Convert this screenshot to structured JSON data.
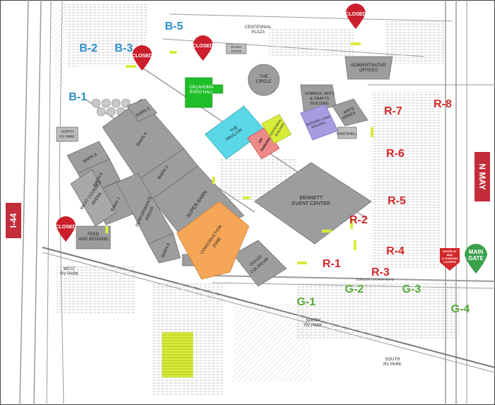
{
  "highways": {
    "west": "I-44",
    "east": "N MAY"
  },
  "closed_label": "CLOSED",
  "main_gate": {
    "line1": "MAIN",
    "line2": "GATE"
  },
  "enter_sign": {
    "line1": "ENTER AT",
    "line2": "MAY",
    "line3": "& GORDON",
    "line4": "COOPER"
  },
  "parking_lots": {
    "b1": "B-1",
    "b2": "B-2",
    "b3": "B-3",
    "b5": "B-5",
    "r1": "R-1",
    "r2": "R-2",
    "r3": "R-3",
    "r4": "R-4",
    "r5": "R-5",
    "r6": "R-6",
    "r7": "R-7",
    "r8": "R-8",
    "g1": "G-1",
    "g2": "G-2",
    "g3": "G-3",
    "g4": "G-4"
  },
  "buildings": {
    "centennial_plaza": {
      "l1": "CENTENNIAL",
      "l2": "PLAZA"
    },
    "plaza_stage": {
      "l1": "PLAZA",
      "l2": "STAGE"
    },
    "admin": {
      "l1": "ADMINISTRATIVE",
      "l2": "OFFICES"
    },
    "expo_hall": {
      "l1": "OKLAHOMA",
      "l2": "EXPO HALL"
    },
    "circle": {
      "l1": "THE",
      "l2": "CIRCLE"
    },
    "hobbies": {
      "l1": "HOBBIES, ARTS",
      "l2": "& CRAFTS",
      "l3": "BUILDING"
    },
    "modern_living": {
      "l1": "MODERN LIVING",
      "l2": "BUILDING"
    },
    "arts_annex": {
      "l1": "ARTS",
      "l2": "ANNEX"
    },
    "pavilion": {
      "l1": "THE",
      "l2": "PAVILION"
    },
    "centennial_bldg": {
      "l1": "CENTENNIAL",
      "l2": "BUILDING"
    },
    "vip_parking": {
      "l1": "VIP",
      "l2": "PARKING"
    },
    "bandshell": "BANDSHELL",
    "north_rv": {
      "l1": "NORTH",
      "l2": "RV PARK"
    },
    "barn9": "BARN 9",
    "barn5": "BARN 5",
    "barn4": "BARN 4",
    "barn6": "BARN 6",
    "barn3": "BARN 3",
    "barn7": "BARN 7",
    "barn8": "BARN 8",
    "super_barn": "SUPER BARN",
    "performance_arena": {
      "l1": "PERFORMANCE",
      "l2": "ARENA"
    },
    "west_covered_arena": {
      "l1": "WEST COVERED",
      "l2": "ARENA"
    },
    "feed_bedding": {
      "l1": "FEED",
      "l2": "AND BEDDING"
    },
    "bennett": {
      "l1": "BENNETT",
      "l2": "EVENT CENTER"
    },
    "construction": {
      "l1": "CONSTRUCTION",
      "l2": "ZONE"
    },
    "osage": {
      "l1": "OSAGE",
      "l2": "COLISEUM"
    },
    "west_rv": {
      "l1": "WEST",
      "l2": "RV PARK"
    },
    "south_rv1": {
      "l1": "SOUTH",
      "l2": "RV PARK"
    },
    "south_rv2": {
      "l1": "SOUTH",
      "l2": "RV PARK"
    },
    "gordon_cooper": "GORDON COOPER BLVD"
  },
  "colors": {
    "blue_label": "#2e8fd0",
    "red_label": "#d3282a",
    "green_label": "#58a93a",
    "closed_pin": "#cc1f2d",
    "gate_pin": "#3aa14a",
    "expo_hall": "#1fbf2a",
    "pavilion": "#5ad8e8",
    "construction": "#f5a657",
    "modern_living": "#a79ce0",
    "vip_parking": "#ef8a8a",
    "yellow_green": "#d8ec3a",
    "building_gray": "#9d9d9d",
    "highway_box": "#c42c3a"
  }
}
